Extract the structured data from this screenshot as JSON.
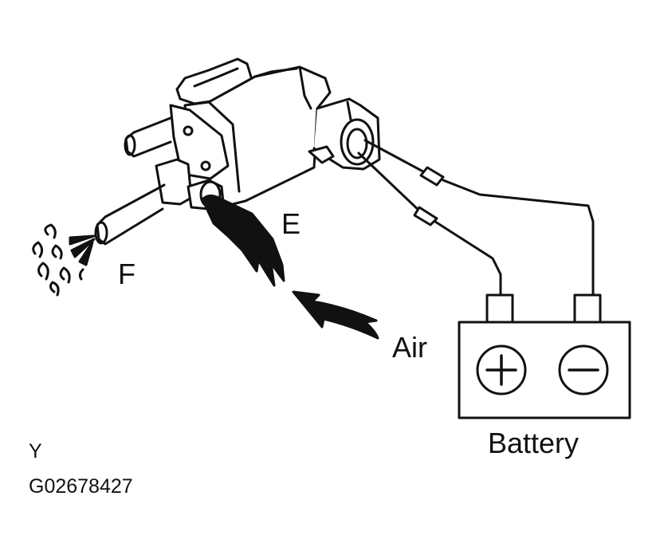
{
  "labels": {
    "port_e": "E",
    "port_f": "F",
    "air": "Air",
    "battery": "Battery",
    "view": "Y",
    "figure_id": "G02678427"
  },
  "battery": {
    "positive_symbol": "+",
    "negative_symbol": "−"
  },
  "icons": {
    "valve": "vsv-valve-icon",
    "air_arrow": "air-flow-arrow-icon",
    "spray": "air-spray-icon"
  },
  "colors": {
    "ink": "#111111",
    "background": "#ffffff"
  }
}
